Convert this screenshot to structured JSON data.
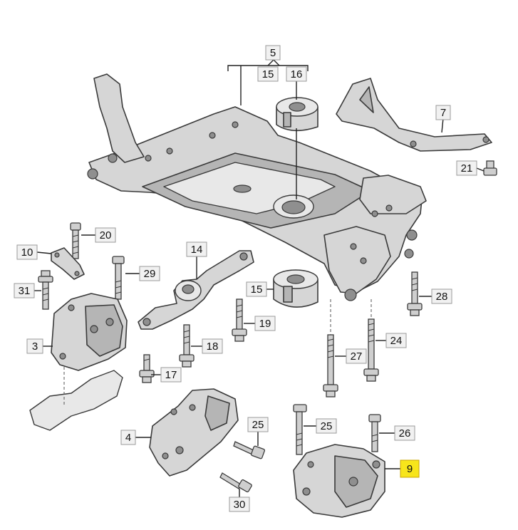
{
  "callouts": {
    "c5": "5",
    "c15a": "15",
    "c16": "16",
    "c7": "7",
    "c21": "21",
    "c20": "20",
    "c10": "10",
    "c14": "14",
    "c29": "29",
    "c31": "31",
    "c15b": "15",
    "c28": "28",
    "c19": "19",
    "c24": "24",
    "c3": "3",
    "c18": "18",
    "c27": "27",
    "c17": "17",
    "c25a": "25",
    "c25b": "25",
    "c26": "26",
    "c4": "4",
    "c9": "9",
    "c30": "30"
  },
  "highlight": {
    "color": "#f7e51b",
    "item": "9"
  }
}
